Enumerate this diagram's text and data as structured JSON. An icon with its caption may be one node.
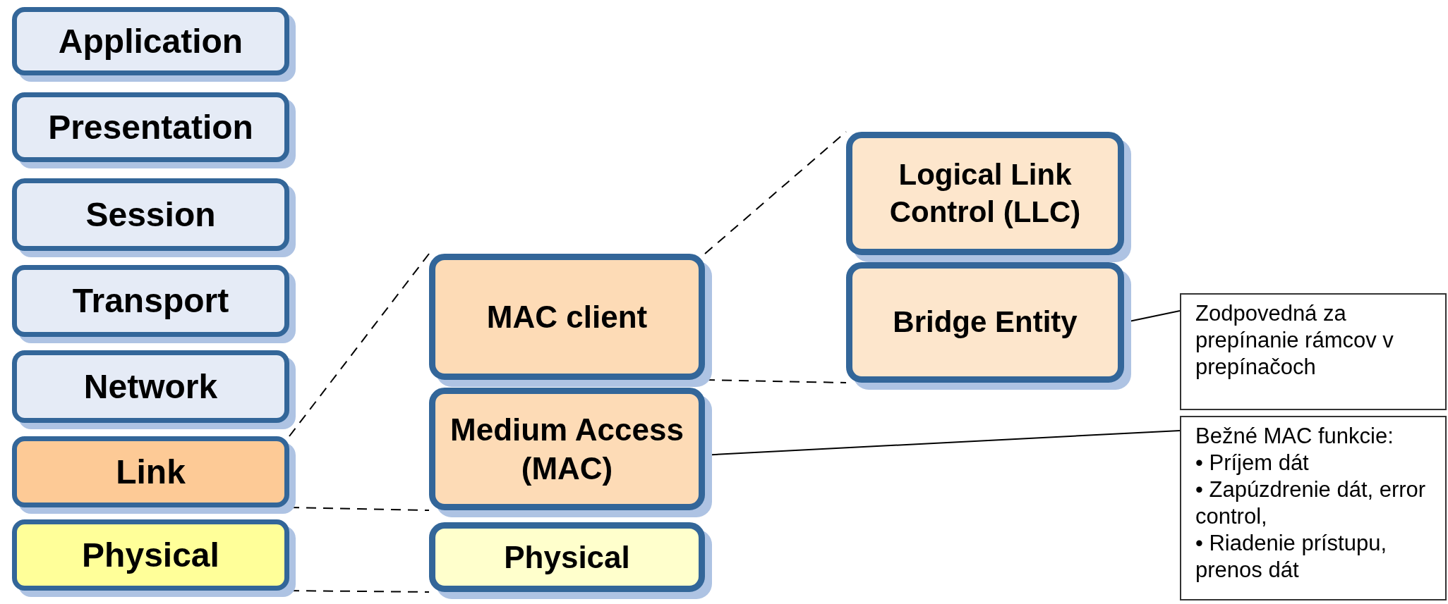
{
  "diagram": {
    "nodes": [
      {
        "text": [
          "Application"
        ]
      },
      {
        "text": [
          "Presentation"
        ]
      },
      {
        "text": [
          "Session"
        ]
      },
      {
        "text": [
          "Transport"
        ]
      },
      {
        "text": [
          "Network"
        ]
      },
      {
        "text": [
          "Link"
        ]
      },
      {
        "text": [
          "Physical"
        ]
      },
      {
        "text": [
          "MAC client"
        ]
      },
      {
        "text": [
          "Medium Access (MAC)"
        ]
      },
      {
        "text": [
          "Physical"
        ]
      },
      {
        "text": [
          "Logical Link Control (LLC)"
        ]
      },
      {
        "text": [
          "Bridge Entity"
        ]
      },
      {
        "text": [
          "Zodpovedná za prepínanie rámcov v prepínačoch"
        ]
      },
      {
        "text": [
          "Bežné MAC funkcie:",
          "• Príjem dát",
          "• Zapúzdrenie dát, error control,",
          "• Riadenie prístupu, prenos dát"
        ]
      }
    ],
    "edges": [
      {
        "from": 5,
        "to": 7,
        "arrow": "none",
        "style": "dashed"
      },
      {
        "from": 5,
        "to": 8,
        "arrow": "none",
        "style": "dashed"
      },
      {
        "from": 6,
        "to": 9,
        "arrow": "none",
        "style": "dashed"
      },
      {
        "from": 7,
        "to": 10,
        "arrow": "none",
        "style": "dashed"
      },
      {
        "from": 7,
        "to": 11,
        "arrow": "none",
        "style": "dashed"
      },
      {
        "from": 12,
        "to": 11,
        "arrow": "none"
      },
      {
        "from": 13,
        "to": 8,
        "arrow": "none"
      }
    ]
  }
}
